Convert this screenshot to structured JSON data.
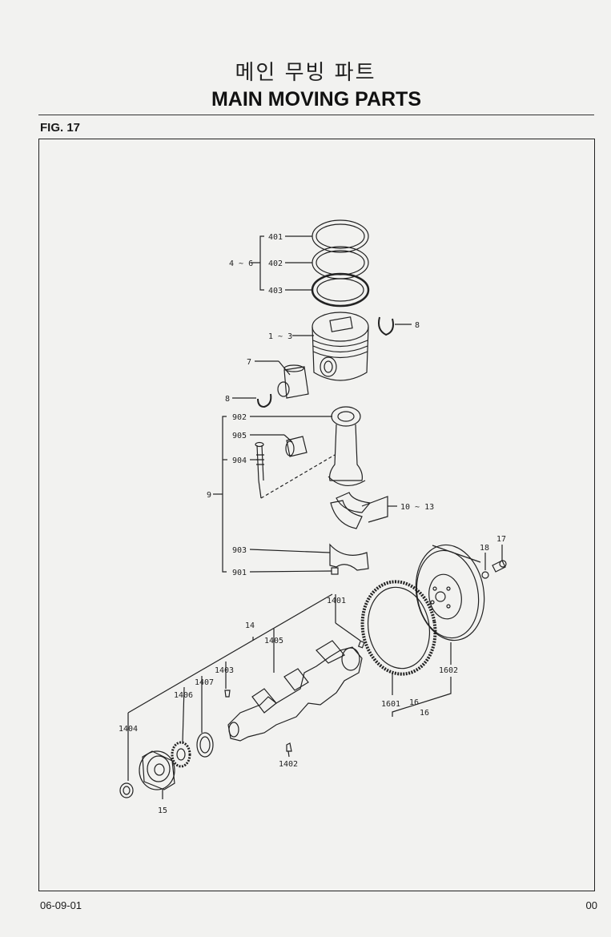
{
  "header": {
    "title_korean": "메인 무빙 파트",
    "title_english": "MAIN MOVING PARTS",
    "figure": "FIG. 17"
  },
  "callouts": {
    "c401": "401",
    "c402": "402",
    "c403": "403",
    "c4_6": "4 ~ 6",
    "c8a": "8",
    "c1_3": "1 ~ 3",
    "c7": "7",
    "c8b": "8",
    "c902": "902",
    "c905": "905",
    "c904": "904",
    "c9": "9",
    "c10_13": "10 ~ 13",
    "c903": "903",
    "c901": "901",
    "c18": "18",
    "c17": "17",
    "c1401": "1401",
    "c14": "14",
    "c1405": "1405",
    "c1403": "1403",
    "c1407": "1407",
    "c1406": "1406",
    "c1404": "1404",
    "c1402": "1402",
    "c15": "15",
    "c1601": "1601",
    "c1602": "1602",
    "c16a": "16",
    "c16b": "16"
  },
  "footer": {
    "date": "06-09-01",
    "page": "00"
  }
}
